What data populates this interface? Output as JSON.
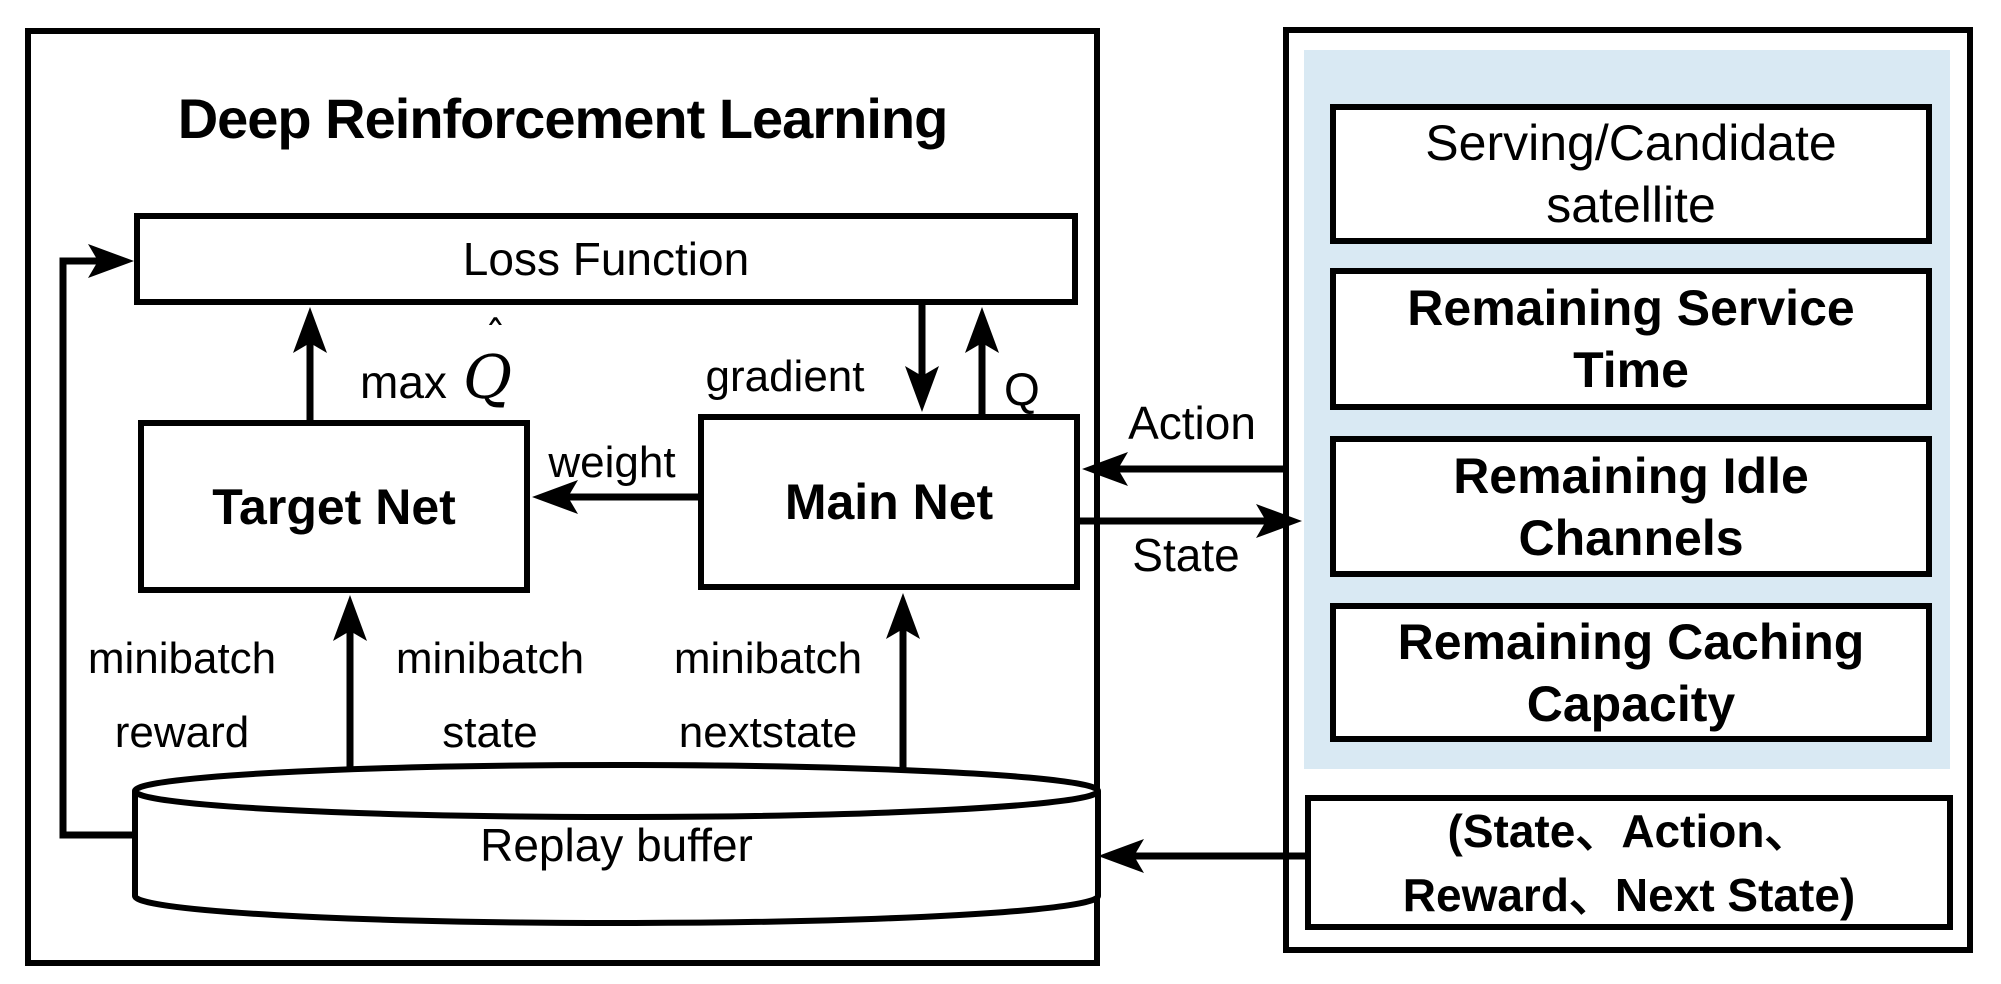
{
  "figure": {
    "type": "block-diagram"
  },
  "colors": {
    "stroke": "#000000",
    "box_fill": "#ffffff",
    "state_panel_fill": "#d9e9f3"
  },
  "drl_module": {
    "title": "Deep Reinforcement Learning",
    "loss_function_box": "Loss Function",
    "target_net_box": "Target Net",
    "main_net_box": "Main Net",
    "replay_buffer": "Replay buffer",
    "edge_labels": {
      "max_q_prefix": "max",
      "max_q_letter": "Q",
      "max_q_accent": "ˆ",
      "gradient": "gradient",
      "q_output": "Q",
      "weight": "weight",
      "minibatch_reward": "minibatch\nreward",
      "minibatch_state": "minibatch\nstate",
      "minibatch_nextstate": "minibatch\nnextstate"
    }
  },
  "env_interface": {
    "action_label": "Action",
    "state_label": "State"
  },
  "state_module": {
    "items": [
      {
        "label": "Serving/Candidate\nsatellite"
      },
      {
        "label": "Remaining Service\nTime"
      },
      {
        "label": "Remaining Idle\nChannels"
      },
      {
        "label": "Remaining Caching\nCapacity"
      }
    ],
    "experience_tuple": "(State、Action、\nReward、Next State)"
  }
}
